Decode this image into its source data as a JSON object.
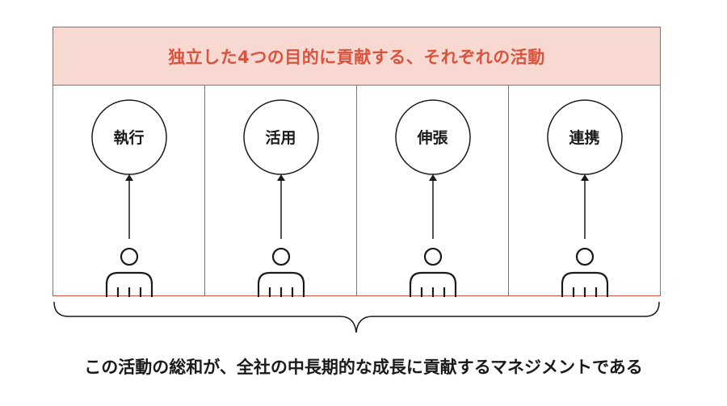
{
  "header": {
    "title": "独立した4つの目的に貢献する、それぞれの活動"
  },
  "columns": [
    {
      "label": "執行"
    },
    {
      "label": "活用"
    },
    {
      "label": "伸張"
    },
    {
      "label": "連携"
    }
  ],
  "footer": {
    "text": "この活動の総和が、全社の中長期的な成長に貢献するマネジメントである"
  },
  "colors": {
    "accent": "#d9533f",
    "header_fill": "#f8d9d1",
    "ink": "#1a1a1a"
  }
}
